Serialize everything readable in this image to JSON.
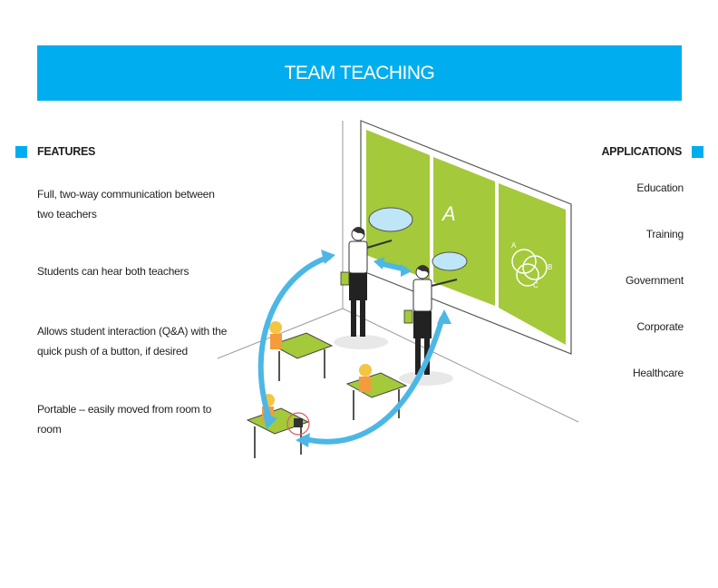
{
  "banner": {
    "title": "TEAM TEACHING"
  },
  "features": {
    "heading": "FEATURES",
    "items": [
      "Full, two-way communication between two teachers",
      "Students can hear both teachers",
      "Allows student interaction (Q&A) with the quick push of a button, if desired",
      "Portable – easily moved from room to room"
    ]
  },
  "applications": {
    "heading": "APPLICATIONS",
    "items": [
      "Education",
      "Training",
      "Government",
      "Corporate",
      "Healthcare"
    ]
  },
  "illustration": {
    "board_labels": [
      "A",
      "A",
      "B",
      "C"
    ]
  },
  "colors": {
    "accent": "#00aeef",
    "board_green": "#a4c93a",
    "arrow_blue": "#4cb7e6",
    "bubble_blue": "#bfe6f7"
  }
}
